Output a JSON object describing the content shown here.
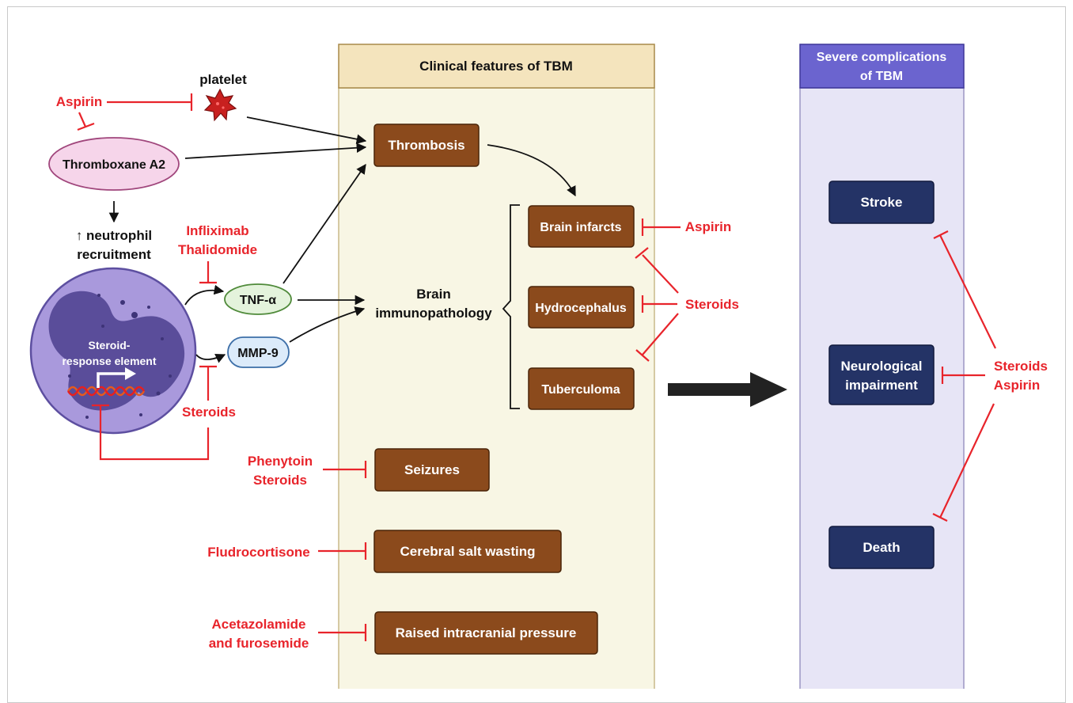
{
  "colors": {
    "brown_box": "#8b4a1c",
    "navy_box": "#243366",
    "panel_tan_fill": "#f8f6e4",
    "panel_tan_header": "#f4e4bd",
    "panel_lavender_fill": "#e7e5f6",
    "panel_purple_header": "#6b64cf",
    "inhibitor_red": "#e8242b",
    "drug_text_red": "#e8242b"
  },
  "clinical_panel": {
    "title": "Clinical features of TBM",
    "thrombosis": "Thrombosis",
    "brain_immunopathology": [
      "Brain",
      "immunopathology"
    ],
    "brain_infarcts": "Brain infarcts",
    "hydrocephalus": "Hydrocephalus",
    "tuberculoma": "Tuberculoma",
    "seizures": "Seizures",
    "cerebral_salt_wasting": "Cerebral salt wasting",
    "raised_icp": "Raised intracranial pressure"
  },
  "complications_panel": {
    "title": [
      "Severe complications",
      "of TBM"
    ],
    "stroke": "Stroke",
    "neurological_impairment": [
      "Neurological",
      "impairment"
    ],
    "death": "Death"
  },
  "left_pathway": {
    "platelet": "platelet",
    "thromboxane": "Thromboxane A2",
    "neutrophil": [
      "↑ neutrophil",
      "recruitment"
    ],
    "tnf": "TNF-α",
    "mmp9": "MMP-9",
    "steroid_element": [
      "Steroid-",
      "response element"
    ]
  },
  "drugs": {
    "aspirin_top": "Aspirin",
    "infliximab_thalidomide": [
      "Infliximab",
      "Thalidomide"
    ],
    "steroids_cell": "Steroids",
    "aspirin_infarcts": "Aspirin",
    "steroids_brain": "Steroids",
    "phenytoin_steroids": [
      "Phenytoin",
      "Steroids"
    ],
    "fludrocortisone": "Fludrocortisone",
    "acetazolamide_furosemide": [
      "Acetazolamide",
      "and furosemide"
    ],
    "steroids_aspirin": [
      "Steroids",
      "Aspirin"
    ]
  },
  "icons": {
    "platelet": "platelet-icon",
    "neutrophil": "neutrophil-cell-icon",
    "big_arrow": "right-arrow-icon"
  }
}
